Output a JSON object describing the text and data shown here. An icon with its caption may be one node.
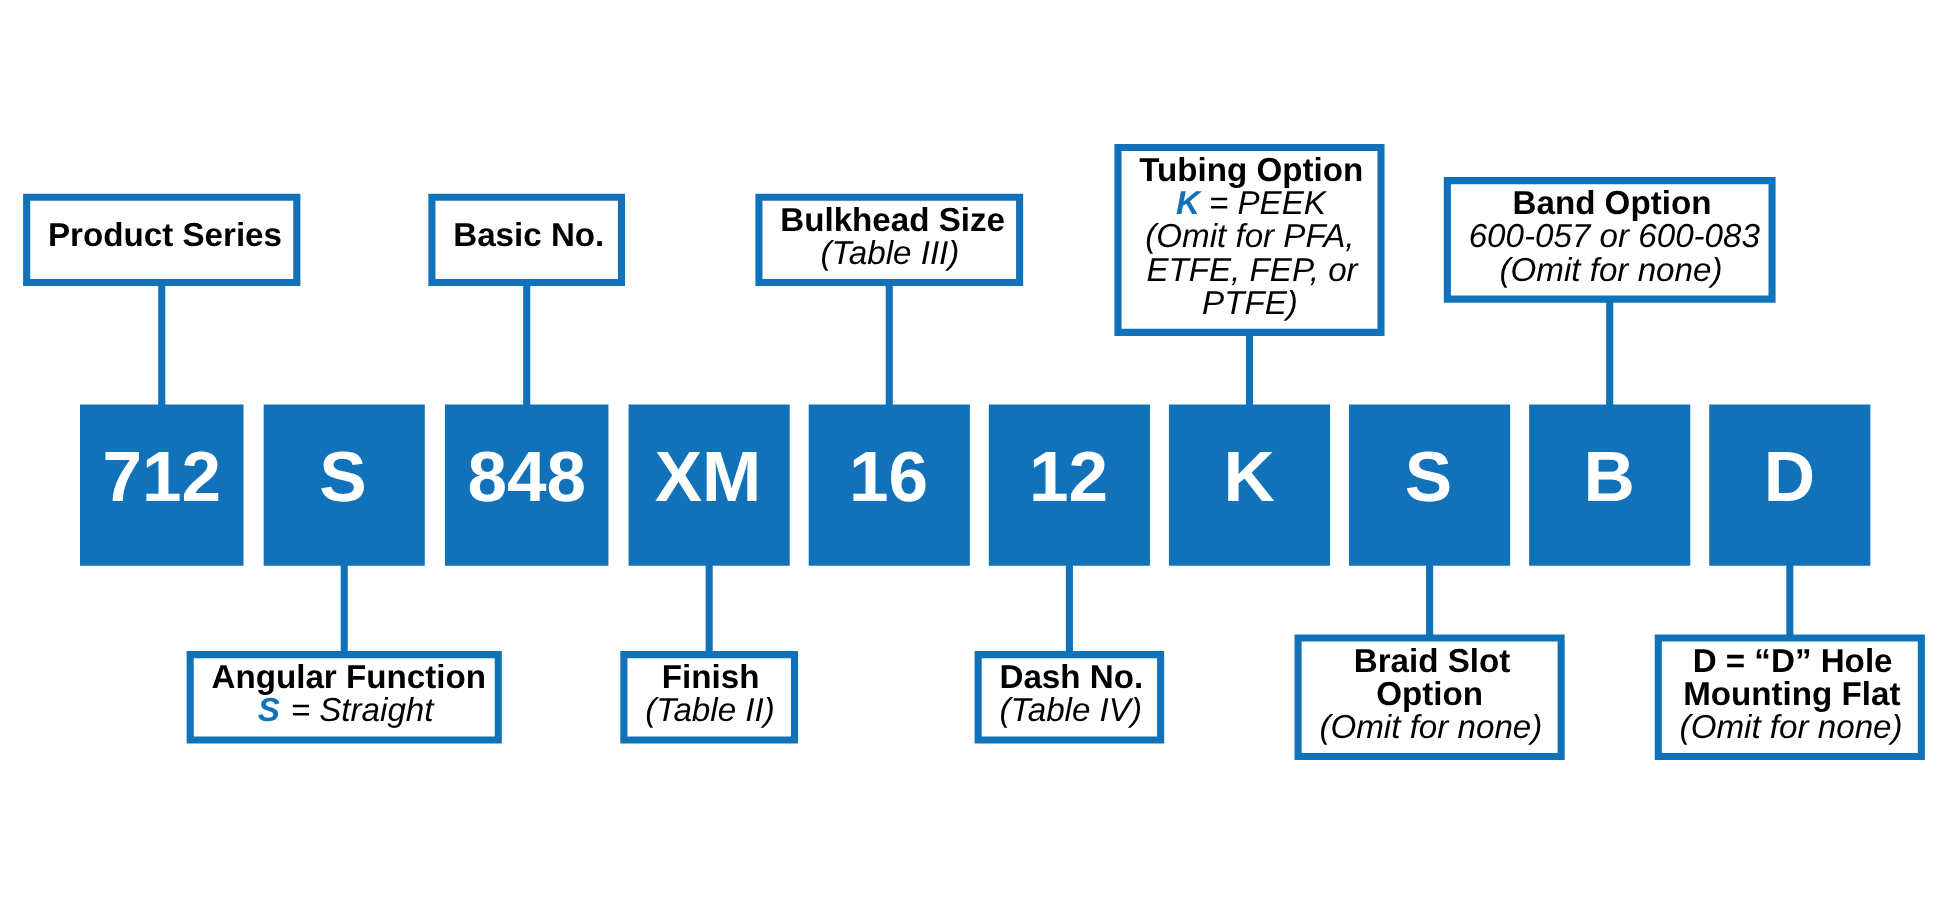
{
  "diagram": {
    "nodes": [
      {
        "text": [
          "Product Series"
        ]
      },
      {
        "text": [
          "Basic No."
        ]
      },
      {
        "text": [
          "Bulkhead Size",
          "(Table III)"
        ]
      },
      {
        "text": [
          "Tubing Option",
          "**K** = PEEK",
          "(Omit for PFA, ETFE, FEP, or PTFE)"
        ]
      },
      {
        "text": [
          "Band Option",
          "600-057 or 600-083",
          "(Omit for none)"
        ]
      },
      {
        "text": [
          "712"
        ]
      },
      {
        "text": [
          "S"
        ]
      },
      {
        "text": [
          "848"
        ]
      },
      {
        "text": [
          "XM"
        ]
      },
      {
        "text": [
          "16"
        ]
      },
      {
        "text": [
          "12"
        ]
      },
      {
        "text": [
          "K"
        ]
      },
      {
        "text": [
          "S"
        ]
      },
      {
        "text": [
          "B"
        ]
      },
      {
        "text": [
          "D"
        ]
      },
      {
        "text": [
          "Angular Function",
          "**S** = Straight"
        ]
      },
      {
        "text": [
          "Finish",
          "(Table II)"
        ]
      },
      {
        "text": [
          "Dash No.",
          "(Table IV)"
        ]
      },
      {
        "text": [
          "Braid Slot Option",
          "(Omit for none)"
        ]
      },
      {
        "text": [
          "D = “D” Hole Mounting Flat",
          "(Omit for none)"
        ]
      }
    ],
    "edges": [
      {
        "from": 0,
        "to": 5,
        "arrow": "none"
      },
      {
        "from": 1,
        "to": 7,
        "arrow": "none"
      },
      {
        "from": 2,
        "to": 9,
        "arrow": "none"
      },
      {
        "from": 3,
        "to": 11,
        "arrow": "none"
      },
      {
        "from": 4,
        "to": 13,
        "arrow": "none"
      },
      {
        "from": 6,
        "to": 15,
        "arrow": "none"
      },
      {
        "from": 8,
        "to": 16,
        "arrow": "none"
      },
      {
        "from": 10,
        "to": 17,
        "arrow": "none"
      },
      {
        "from": 12,
        "to": 18,
        "arrow": "none"
      },
      {
        "from": 14,
        "to": 19,
        "arrow": "none"
      }
    ]
  }
}
